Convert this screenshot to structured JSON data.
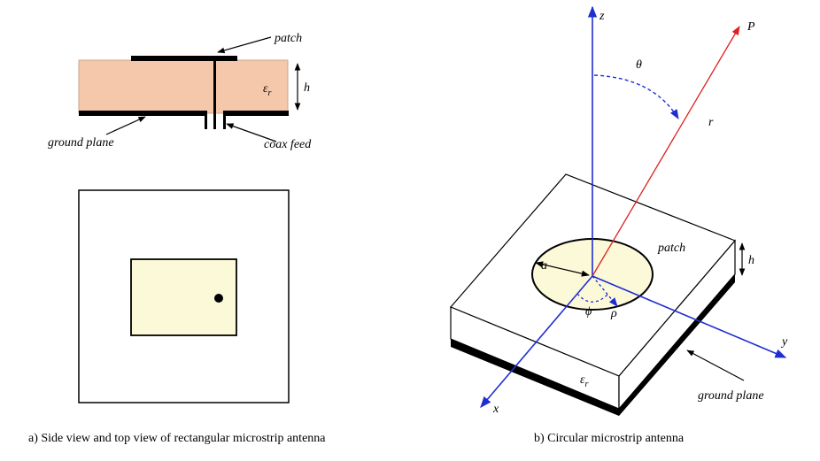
{
  "colors": {
    "substrate_side": "#f5c7ab",
    "patch_fill": "#fbf9d8",
    "axis": "#1f2ed1",
    "radius_vector": "#e02020",
    "ink": "#000000",
    "slab": "#ffffff"
  },
  "panel_a": {
    "side_view": {
      "patch_label": "patch",
      "epsilon_label": "ε",
      "epsilon_sub": "r",
      "height_label": "h",
      "ground_plane_label": "ground plane",
      "coax_feed_label": "coax feed"
    },
    "top_view": {
      "feed_point": "feed-dot"
    },
    "caption": "a) Side view and top view of rectangular microstrip antenna"
  },
  "panel_b": {
    "axis_z_label": "z",
    "axis_x_label": "x",
    "axis_y_label": "y",
    "point_label": "P",
    "theta_label": "θ",
    "r_vector_label": "r",
    "r_vector_arrow": "⃗",
    "patch_label": "patch",
    "radius_label": "a",
    "height_label": "h",
    "phi_label": "ϕ",
    "rho_label": "ρ",
    "epsilon_label": "ε",
    "epsilon_sub": "r",
    "ground_plane_label": "ground plane",
    "caption": "b) Circular microstrip antenna"
  }
}
